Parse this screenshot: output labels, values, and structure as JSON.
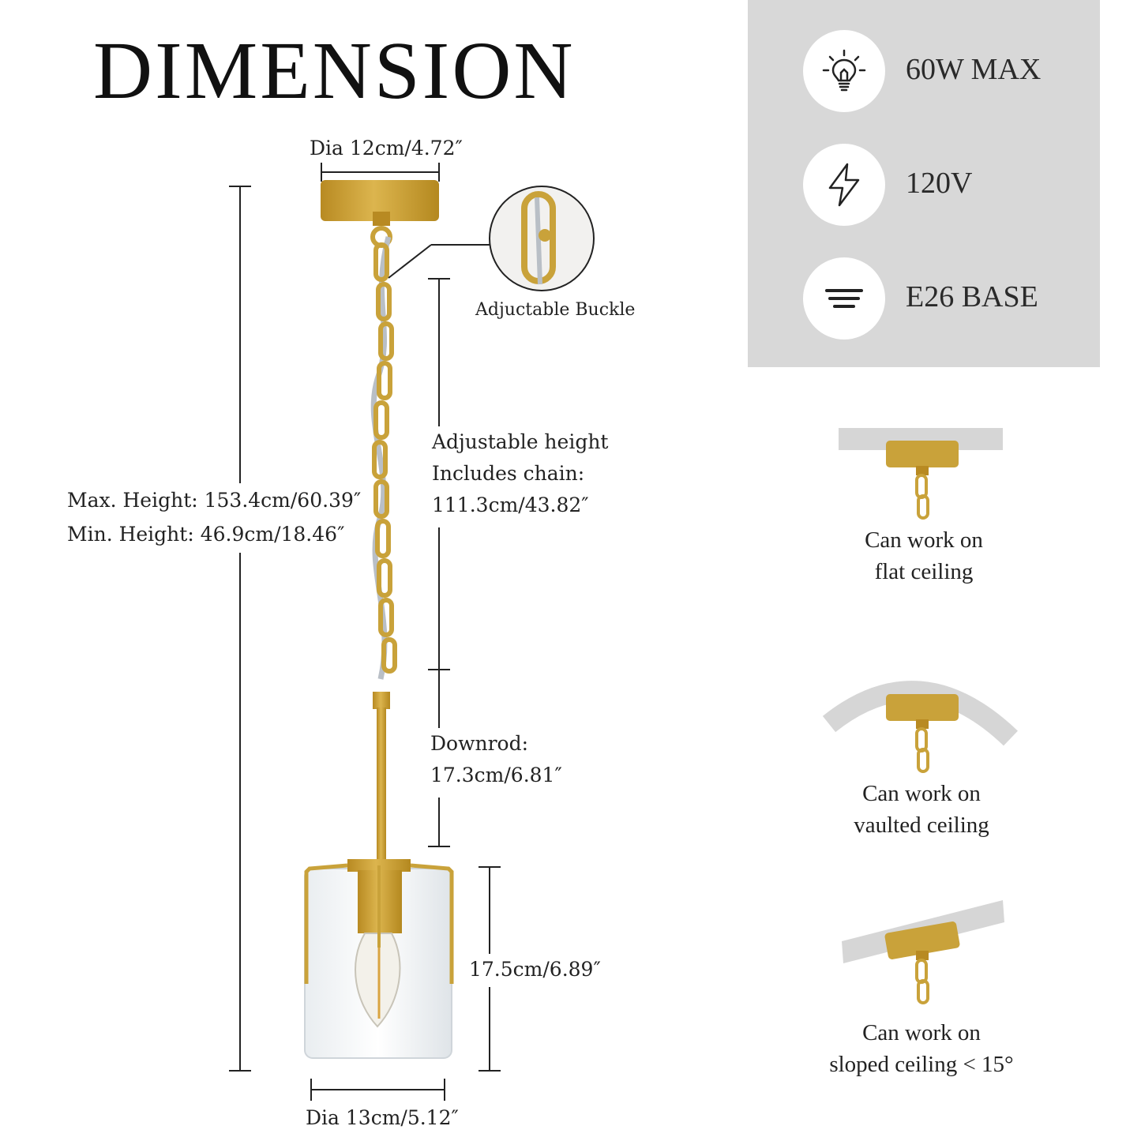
{
  "title": "DIMENSION",
  "dimensions": {
    "canopy_dia": "Dia 12cm/4.72″",
    "max_height": "Max. Height: 153.4cm/60.39″",
    "min_height": "Min. Height: 46.9cm/18.46″",
    "buckle": "Adjuctable Buckle",
    "adjustable_line1": "Adjustable height",
    "adjustable_line2": "Includes chain:",
    "adjustable_line3": "111.3cm/43.82″",
    "downrod_line1": "Downrod:",
    "downrod_line2": "17.3cm/6.81″",
    "shade_height": "17.5cm/6.89″",
    "shade_dia": "Dia 13cm/5.12″"
  },
  "specs": [
    {
      "icon": "lightbulb-icon",
      "label": "60W MAX"
    },
    {
      "icon": "lightning-icon",
      "label": "120V"
    },
    {
      "icon": "base-lines-icon",
      "label": "E26 BASE"
    }
  ],
  "ceilings": [
    {
      "line1": "Can work on",
      "line2": "flat ceiling"
    },
    {
      "line1": "Can work on",
      "line2": "vaulted ceiling"
    },
    {
      "line1": "Can work on",
      "line2": "sloped ceiling < 15°"
    }
  ],
  "colors": {
    "gold": "#c9a23a",
    "panel": "#d8d8d8",
    "ceiling_gray": "#d6d6d6"
  }
}
